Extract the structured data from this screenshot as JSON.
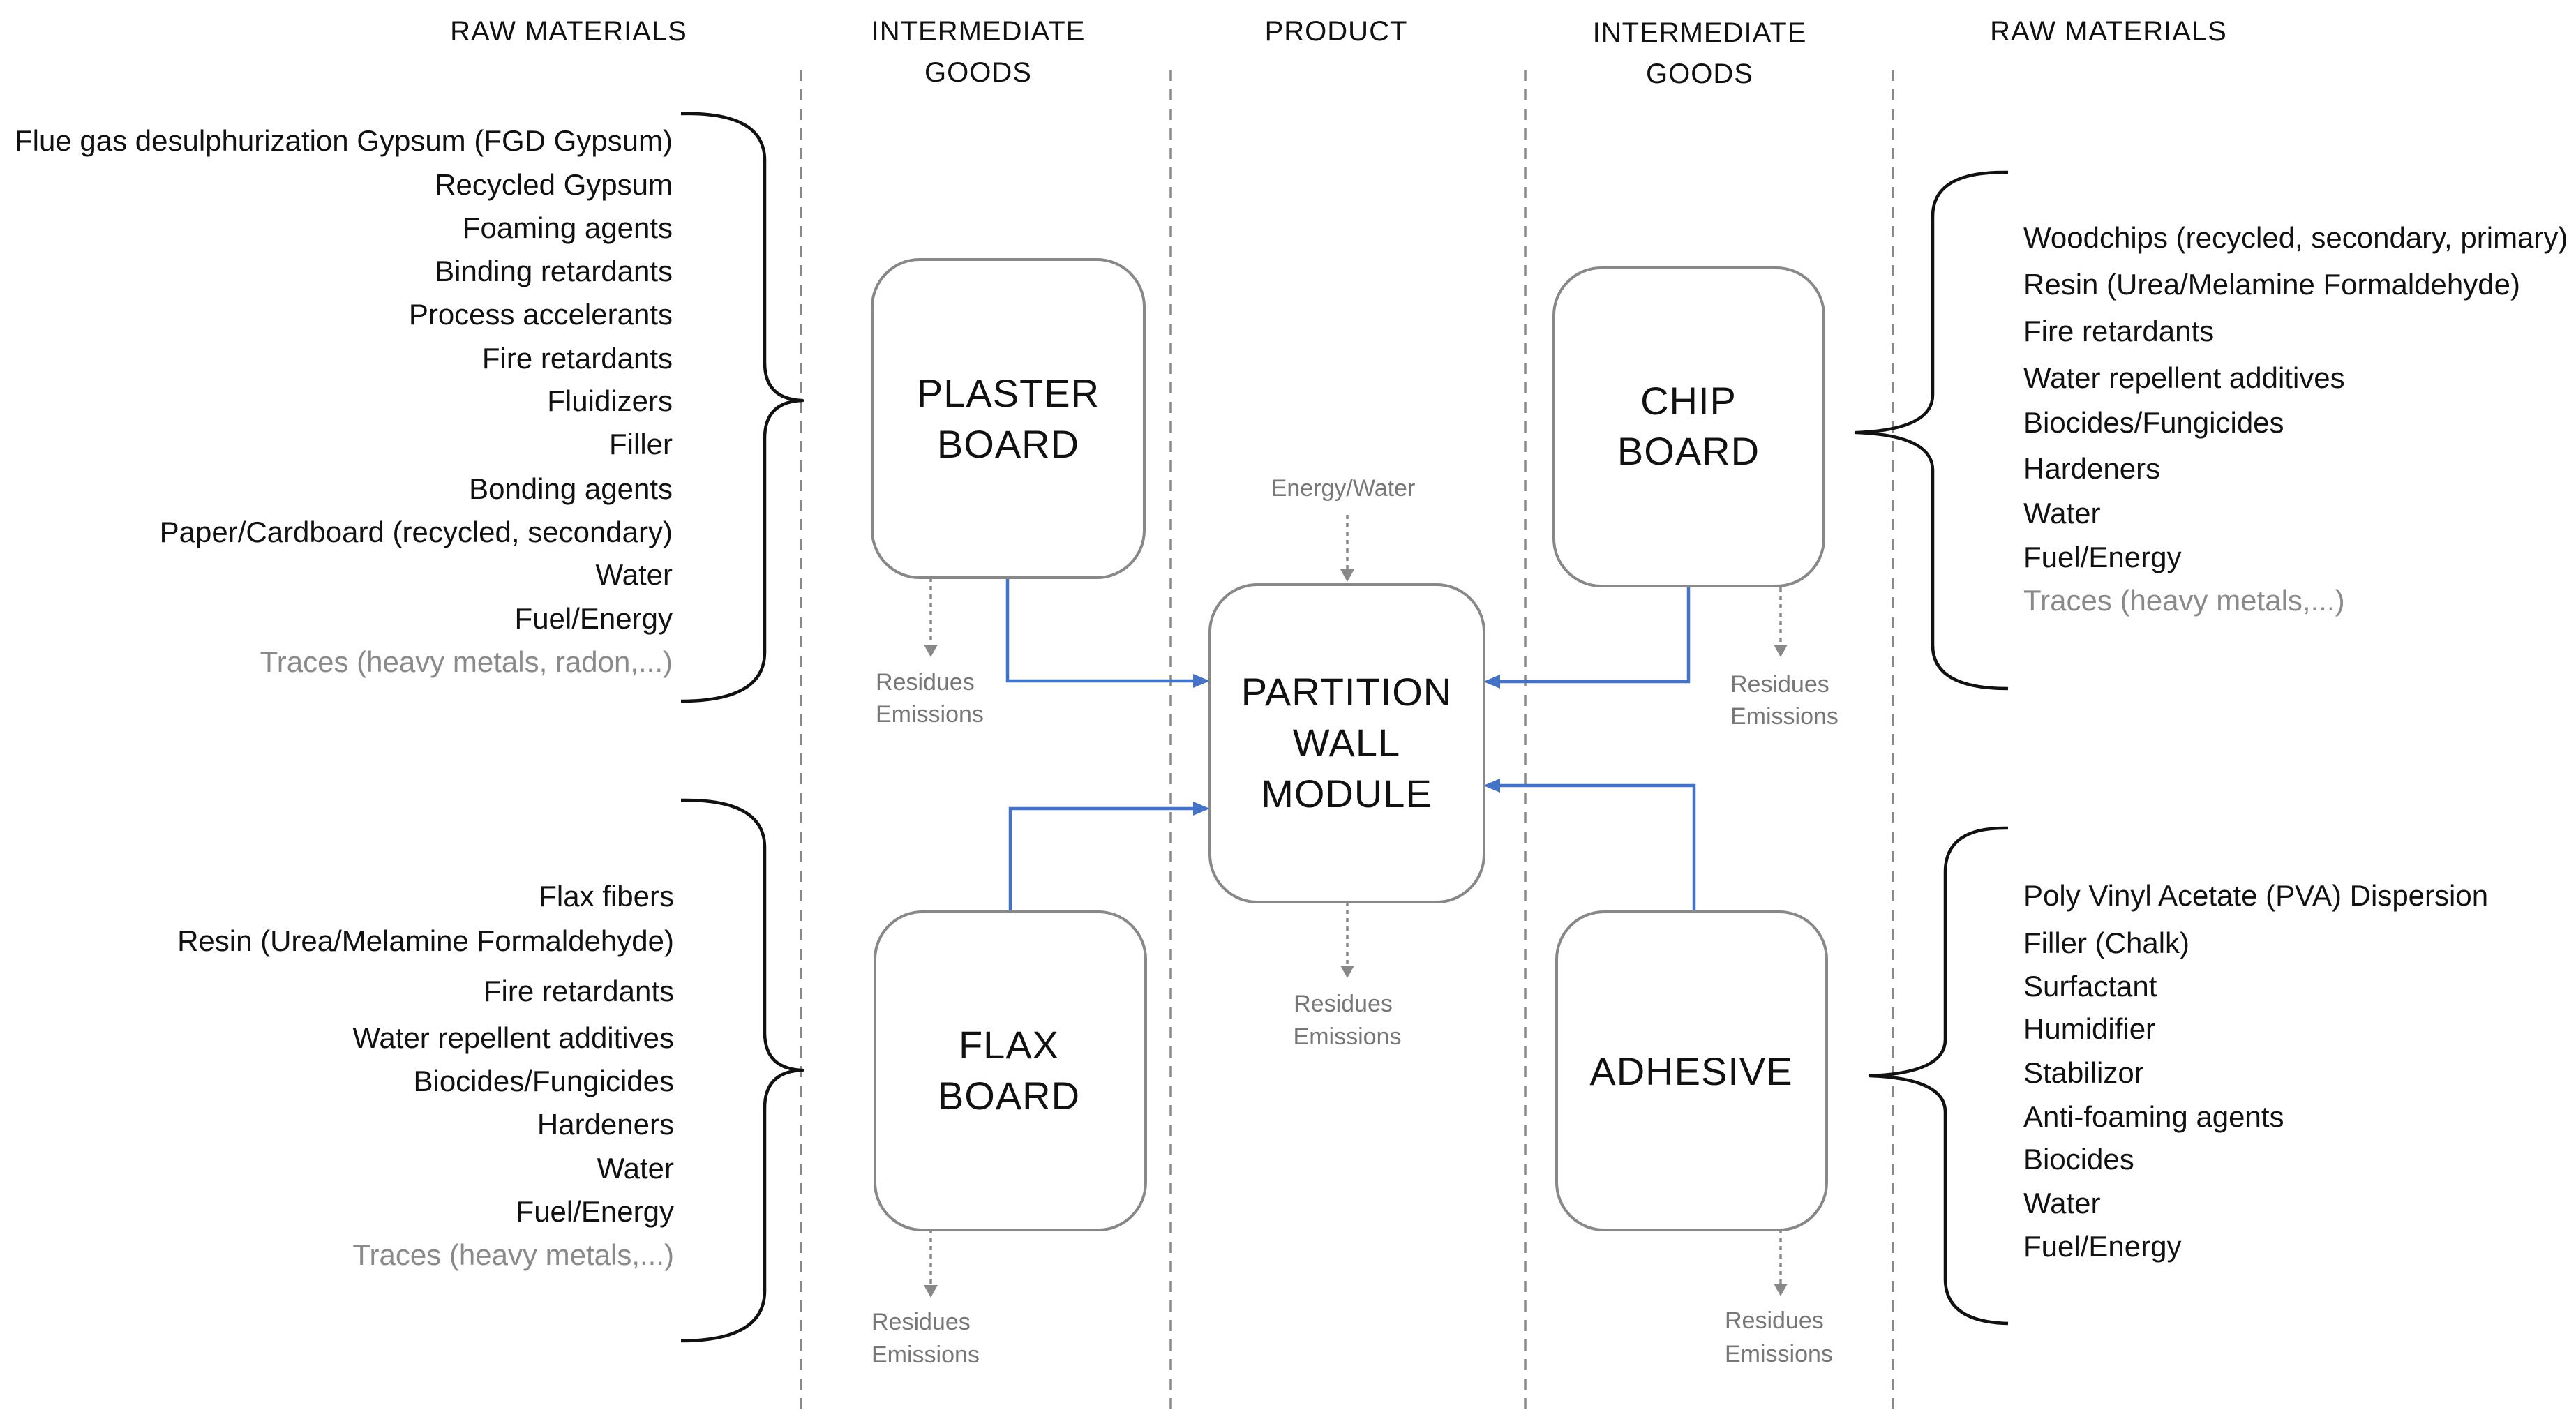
{
  "columns": {
    "raw_left": "RAW MATERIALS",
    "intermediate_left": [
      "INTERMEDIATE",
      "GOODS"
    ],
    "product": "PRODUCT",
    "intermediate_right": [
      "INTERMEDIATE",
      "GOODS"
    ],
    "raw_right": "RAW MATERIALS"
  },
  "boxes": {
    "plaster": [
      "PLASTER",
      "BOARD"
    ],
    "chip": [
      "CHIP",
      "BOARD"
    ],
    "flax": [
      "FLAX",
      "BOARD"
    ],
    "adhesive": [
      "ADHESIVE"
    ],
    "product": [
      "PARTITION",
      "WALL",
      "MODULE"
    ]
  },
  "energy_input": "Energy/Water",
  "outputs": [
    "Residues",
    "Emissions"
  ],
  "materials": {
    "plaster": [
      "Flue gas desulphurization Gypsum (FGD Gypsum)",
      "Recycled Gypsum",
      "Foaming agents",
      "Binding retardants",
      "Process accelerants",
      "Fire retardants",
      "Fluidizers",
      "Filler",
      "Bonding agents",
      "Paper/Cardboard (recycled, secondary)",
      "Water",
      "Fuel/Energy",
      "Traces (heavy metals, radon,...)"
    ],
    "flax": [
      "Flax fibers",
      "Resin (Urea/Melamine Formaldehyde)",
      "Fire retardants",
      "Water repellent additives",
      "Biocides/Fungicides",
      "Hardeners",
      "Water",
      "Fuel/Energy",
      "Traces (heavy metals,...)"
    ],
    "chip": [
      "Woodchips (recycled, secondary, primary)",
      "Resin (Urea/Melamine Formaldehyde)",
      "Fire retardants",
      "Water repellent additives",
      "Biocides/Fungicides",
      "Hardeners",
      "Water",
      "Fuel/Energy",
      "Traces (heavy metals,...)"
    ],
    "adhesive": [
      "Poly Vinyl Acetate (PVA) Dispersion",
      "Filler (Chalk)",
      "Surfactant",
      "Humidifier",
      "Stabilizor",
      "Anti-foaming agents",
      "Biocides",
      "Water",
      "Fuel/Energy"
    ]
  }
}
